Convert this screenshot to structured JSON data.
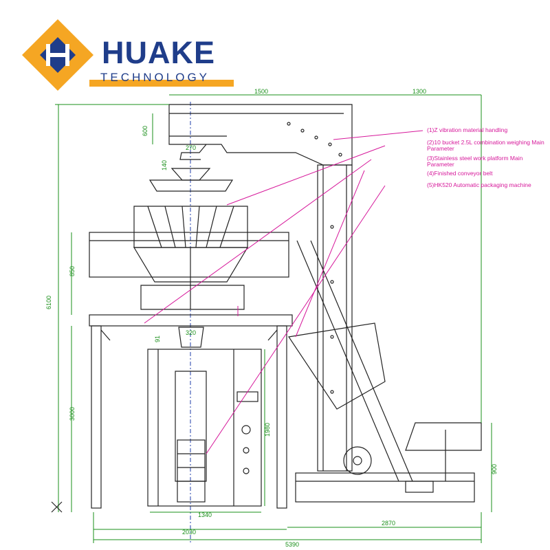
{
  "brand": {
    "name": "HUAKE",
    "tagline": "TECHNOLOGY",
    "colors": {
      "blue": "#1f3d8a",
      "orange": "#f5a623"
    }
  },
  "callouts": [
    {
      "id": "c1",
      "text": "(1)Z vibration material handling"
    },
    {
      "id": "c2",
      "text": "(2)10 bucket 2.5L combination weighing Main Parameter"
    },
    {
      "id": "c3",
      "text": "(3)Stainless steel work platform Main Parameter"
    },
    {
      "id": "c4",
      "text": "(4)Finished conveyor belt"
    },
    {
      "id": "c5",
      "text": "(5)HK520 Automatic packaging machine"
    }
  ],
  "dimensions": {
    "total_width": "5390",
    "left_width": "2030",
    "right_width": "2870",
    "base_width": "1340",
    "total_height": "6100",
    "lower_height": "3000",
    "platform_height": "850",
    "machine_height": "1980",
    "hopper_height": "600",
    "conveyor_height": "900",
    "top_left": "1500",
    "top_right": "1300",
    "chute_width": "270",
    "bucket_gap": "140",
    "bag_width": "320",
    "stand_gap": "91"
  },
  "colors": {
    "line": "#222222",
    "dimension": "#1a8f1a",
    "callout": "#d6179a",
    "centerline": "#1f3daa"
  }
}
